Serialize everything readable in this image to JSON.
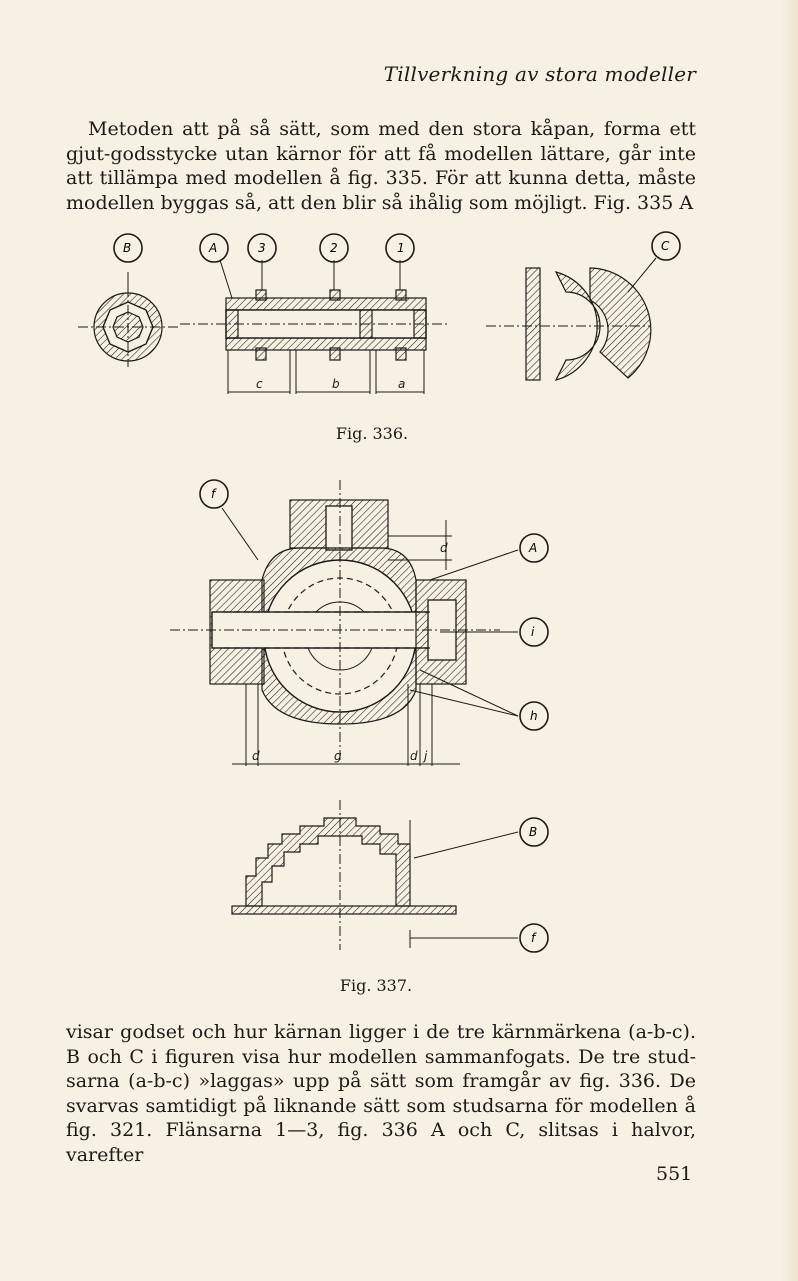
{
  "running_head": "Tillverkning av stora modeller",
  "paragraph_top": "Metoden att på så sätt, som med den stora kåpan, forma ett gjut-godsstycke utan kärnor för att få modellen lättare, går inte att tillämpa med modellen å fig. 335. För att kunna detta, måste modellen byggas så, att den blir så ihålig som möjligt. Fig. 335 A",
  "figure_336": {
    "caption": "Fig. 336.",
    "labels": {
      "B": "B",
      "A": "A",
      "3": "3",
      "2": "2",
      "1": "1",
      "C": "C"
    },
    "dims": {
      "c": "c",
      "b": "b",
      "a": "a"
    }
  },
  "figure_337": {
    "caption": "Fig. 337.",
    "labels": {
      "f_top": "f",
      "A": "A",
      "i": "i",
      "h": "h",
      "B": "B",
      "f_bottom": "f"
    },
    "dims": {
      "d_top": "d",
      "d_left": "d",
      "g": "g",
      "d_right": "d",
      "j": "j"
    }
  },
  "paragraph_bottom": "visar godset och hur kärnan ligger i de tre kärnmärkena (a-b-c). B och C i figuren visa hur modellen sammanfogats. De tre stud-sarna (a-b-c) »laggas» upp på sätt som framgår av fig. 336. De svarvas samtidigt på liknande sätt som studsarna för modellen å fig. 321. Flänsarna 1—3, fig. 336 A och C, slitsas i halvor, varefter",
  "page_number": "551"
}
